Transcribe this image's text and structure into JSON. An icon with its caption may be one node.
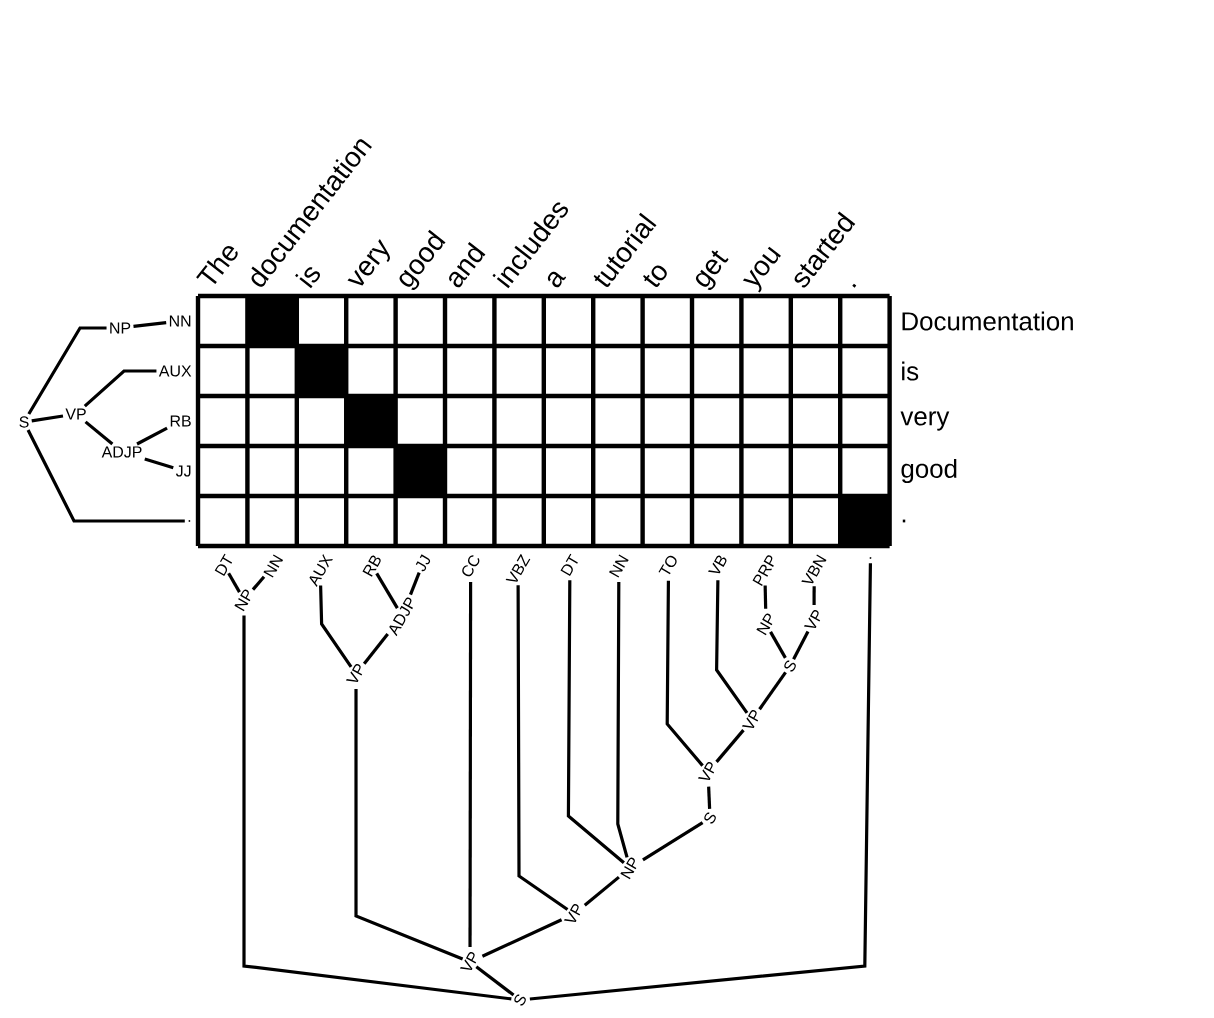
{
  "diagram": {
    "nodes": [
      {
        "text": [
          "S"
        ]
      },
      {
        "text": [
          "NP"
        ]
      },
      {
        "text": [
          "NN"
        ]
      },
      {
        "text": [
          "VP"
        ]
      },
      {
        "text": [
          "AUX"
        ]
      },
      {
        "text": [
          "ADJP"
        ]
      },
      {
        "text": [
          "RB"
        ]
      },
      {
        "text": [
          "JJ"
        ]
      },
      {
        "text": [
          "."
        ]
      },
      {
        "text": [
          "DT"
        ]
      },
      {
        "text": [
          "NN"
        ]
      },
      {
        "text": [
          "AUX"
        ]
      },
      {
        "text": [
          "RB"
        ]
      },
      {
        "text": [
          "JJ"
        ]
      },
      {
        "text": [
          "CC"
        ]
      },
      {
        "text": [
          "VBZ"
        ]
      },
      {
        "text": [
          "DT"
        ]
      },
      {
        "text": [
          "NN"
        ]
      },
      {
        "text": [
          "TO"
        ]
      },
      {
        "text": [
          "VB"
        ]
      },
      {
        "text": [
          "PRP"
        ]
      },
      {
        "text": [
          "VBN"
        ]
      },
      {
        "text": [
          "."
        ]
      },
      {
        "text": [
          "NP"
        ]
      },
      {
        "text": [
          "ADJP"
        ]
      },
      {
        "text": [
          "VP"
        ]
      },
      {
        "text": [
          "NP"
        ]
      },
      {
        "text": [
          "VP"
        ]
      },
      {
        "text": [
          "S"
        ]
      },
      {
        "text": [
          "VP"
        ]
      },
      {
        "text": [
          "VP"
        ]
      },
      {
        "text": [
          "S"
        ]
      },
      {
        "text": [
          "NP"
        ]
      },
      {
        "text": [
          "VP"
        ]
      },
      {
        "text": [
          "VP"
        ]
      },
      {
        "text": [
          "S"
        ]
      }
    ],
    "edges": [
      {
        "from": 0,
        "to": 1,
        "arrow": "none"
      },
      {
        "from": 1,
        "to": 2,
        "arrow": "none"
      },
      {
        "from": 0,
        "to": 3,
        "arrow": "none"
      },
      {
        "from": 3,
        "to": 4,
        "arrow": "none"
      },
      {
        "from": 3,
        "to": 5,
        "arrow": "none"
      },
      {
        "from": 5,
        "to": 6,
        "arrow": "none"
      },
      {
        "from": 5,
        "to": 7,
        "arrow": "none"
      },
      {
        "from": 0,
        "to": 8,
        "arrow": "none"
      },
      {
        "from": 23,
        "to": 9,
        "arrow": "none"
      },
      {
        "from": 23,
        "to": 10,
        "arrow": "none"
      },
      {
        "from": 35,
        "to": 23,
        "arrow": "none"
      },
      {
        "from": 35,
        "to": 34,
        "arrow": "none"
      },
      {
        "from": 35,
        "to": 22,
        "arrow": "none"
      },
      {
        "from": 34,
        "to": 25,
        "arrow": "none"
      },
      {
        "from": 34,
        "to": 14,
        "arrow": "none"
      },
      {
        "from": 34,
        "to": 33,
        "arrow": "none"
      },
      {
        "from": 25,
        "to": 11,
        "arrow": "none"
      },
      {
        "from": 25,
        "to": 24,
        "arrow": "none"
      },
      {
        "from": 24,
        "to": 12,
        "arrow": "none"
      },
      {
        "from": 24,
        "to": 13,
        "arrow": "none"
      },
      {
        "from": 33,
        "to": 15,
        "arrow": "none"
      },
      {
        "from": 33,
        "to": 32,
        "arrow": "none"
      },
      {
        "from": 32,
        "to": 16,
        "arrow": "none"
      },
      {
        "from": 32,
        "to": 17,
        "arrow": "none"
      },
      {
        "from": 32,
        "to": 31,
        "arrow": "none"
      },
      {
        "from": 31,
        "to": 30,
        "arrow": "none"
      },
      {
        "from": 30,
        "to": 18,
        "arrow": "none"
      },
      {
        "from": 30,
        "to": 29,
        "arrow": "none"
      },
      {
        "from": 29,
        "to": 19,
        "arrow": "none"
      },
      {
        "from": 29,
        "to": 28,
        "arrow": "none"
      },
      {
        "from": 28,
        "to": 26,
        "arrow": "none"
      },
      {
        "from": 28,
        "to": 27,
        "arrow": "none"
      },
      {
        "from": 26,
        "to": 20,
        "arrow": "none"
      },
      {
        "from": 27,
        "to": 21,
        "arrow": "none"
      }
    ],
    "labels": [
      "The",
      "documentation",
      "is",
      "very",
      "good",
      "and",
      "includes",
      "a",
      "tutorial",
      "to",
      "get",
      "you",
      "started",
      ".",
      "Documentation",
      "is",
      "very",
      "good",
      "."
    ]
  }
}
